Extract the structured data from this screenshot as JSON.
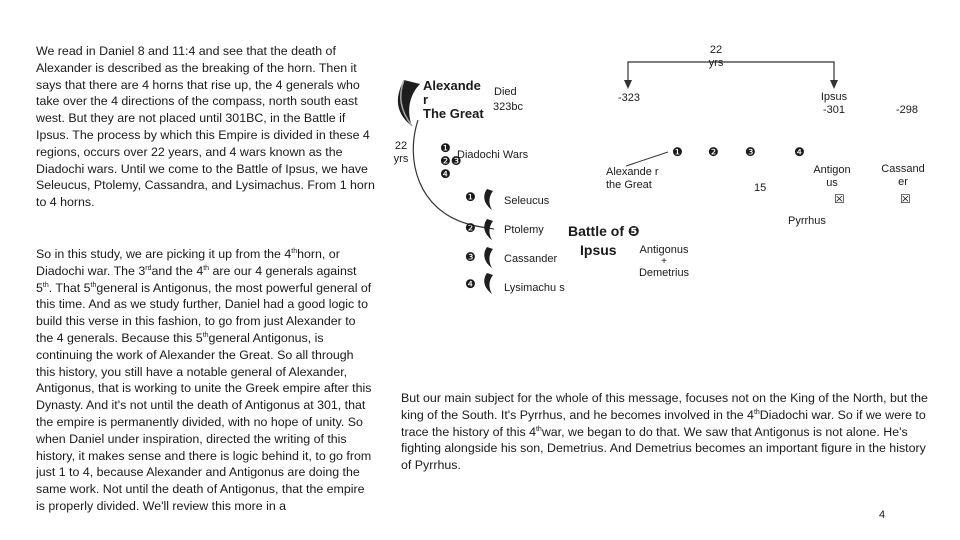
{
  "left_text": {
    "p1": "We read in Daniel 8 and 11:4 and see that the death of Alexander is described as the breaking of the horn. Then it says that there are 4 horns that rise up, the 4 generals who take over the 4 directions of the compass, north south east west. But they are not placed until 301BC, in the Battle if Ipsus. The process by which this Empire is divided in these 4 regions, occurs over 22 years, and 4 wars known as the Diadochi wars. Until we come to the Battle of Ipsus, we have Seleucus, Ptolemy, Cassandra, and Lysimachus. From 1 horn to 4 horns.",
    "p2": {
      "a": "So in this study, we are picking it up from the 4",
      "sup1": "th",
      "b": "horn, or Diadochi war. The 3",
      "sup2": "rd",
      "c": "and the 4",
      "sup3": "th",
      "d": " are our 4 generals against 5",
      "sup4": "th",
      "e": ". That 5",
      "sup5": "th",
      "f": "general is Antigonus, the most powerful general of this time. And as we study further, Daniel had a good logic to build this verse in this fashion, to go from just Alexander to the 4 generals. Because this 5",
      "sup6": "th",
      "g": "general Antigonus, is continuing the work of Alexander the Great. So all through this history, you still have a notable general of Alexander, Antigonus, that is working to unite the Greek empire after this Dynasty. And it's not until the death of Antigonus at 301, that the empire is permanently divided, with no hope of unity. So when Daniel under inspiration, directed the writing of this history, it makes sense and there is logic behind it, to go from just 1 to 4, because Alexander and Antigonus are doing the same work. Not until the death of Antigonus, that the empire is properly divided. We'll review this more in a"
    }
  },
  "diagram": {
    "alexander": {
      "line1": "Alexande",
      "line2": "r",
      "line3": "The Great"
    },
    "died": "Died",
    "died_year": "323bc",
    "span_22": "22",
    "span_yrs": "yrs",
    "war_markers": [
      "❶",
      "❷❸",
      "❹"
    ],
    "diadochi_wars": "Diadochi Wars",
    "generals": [
      {
        "marker": "❶",
        "name": "Seleucus"
      },
      {
        "marker": "❷",
        "name": "Ptolemy"
      },
      {
        "marker": "❸",
        "name": "Cassander"
      },
      {
        "marker": "❹",
        "name": "Lysimachu s"
      }
    ],
    "timeline": {
      "top_22": "22",
      "top_yrs": "yrs",
      "minus_323": "-323",
      "ipsus_date": "Ipsus -301",
      "minus_298": "-298",
      "markers": [
        "❶",
        "❷",
        "❸",
        "❹"
      ],
      "alexander_label": "Alexande r the Great",
      "fifteen": "15",
      "antigonus_top": "Antigon us",
      "antigonus_x": "☒",
      "cassander": "Cassand er",
      "cassander_x": "☒",
      "pyrrhus": "Pyrrhus"
    },
    "battle": {
      "line1": "Battle of",
      "marker": "❺",
      "line2": "Ipsus",
      "antigonus": "Antigonus",
      "plus": "+",
      "demetrius": "Demetrius"
    }
  },
  "bottom_right": {
    "a": "But our main subject for the whole of this message, focuses not on the King of the North, but the king of the South. It's Pyrrhus, and he becomes involved in the 4",
    "sup1": "th",
    "b": "Diadochi war. So if we were to trace the history of this 4",
    "sup2": "th",
    "c": "war, we began to do that. We saw that Antigonus is not alone. He's fighting alongside his son, Demetrius. And Demetrius becomes an important figure in the history of Pyrrhus."
  },
  "page_number": "4",
  "colors": {
    "text": "#1a1a1a",
    "horn_dark": "#1e1e1e",
    "horn_light": "#a8a8a8"
  }
}
